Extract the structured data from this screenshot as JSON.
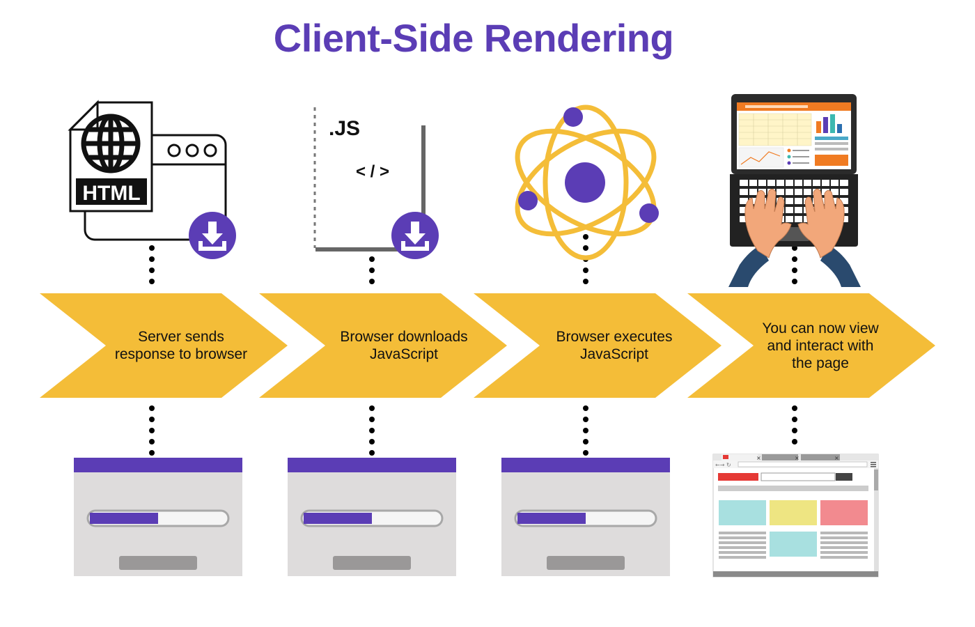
{
  "title": "Client-Side Rendering",
  "steps": [
    {
      "label": "Server sends\nresponse to browser",
      "icon": "html-document-download-icon",
      "loading_progress": 0.5
    },
    {
      "label": "Browser downloads\nJavaScript",
      "icon": "js-file-download-icon",
      "file_ext": ".JS",
      "code_tag": "< / >",
      "loading_progress": 0.5
    },
    {
      "label": "Browser executes\nJavaScript",
      "icon": "atom-icon",
      "loading_progress": 0.5
    },
    {
      "label": "You can now view\nand interact with\nthe page",
      "icon": "laptop-typing-icon",
      "result": "rendered-webpage-icon"
    }
  ],
  "html_badge": "HTML",
  "colors": {
    "title": "#5b3db5",
    "arrow": "#f4bd38",
    "accent": "#5b3db5",
    "panel": "#dedcdc",
    "button": "#9a9898"
  }
}
